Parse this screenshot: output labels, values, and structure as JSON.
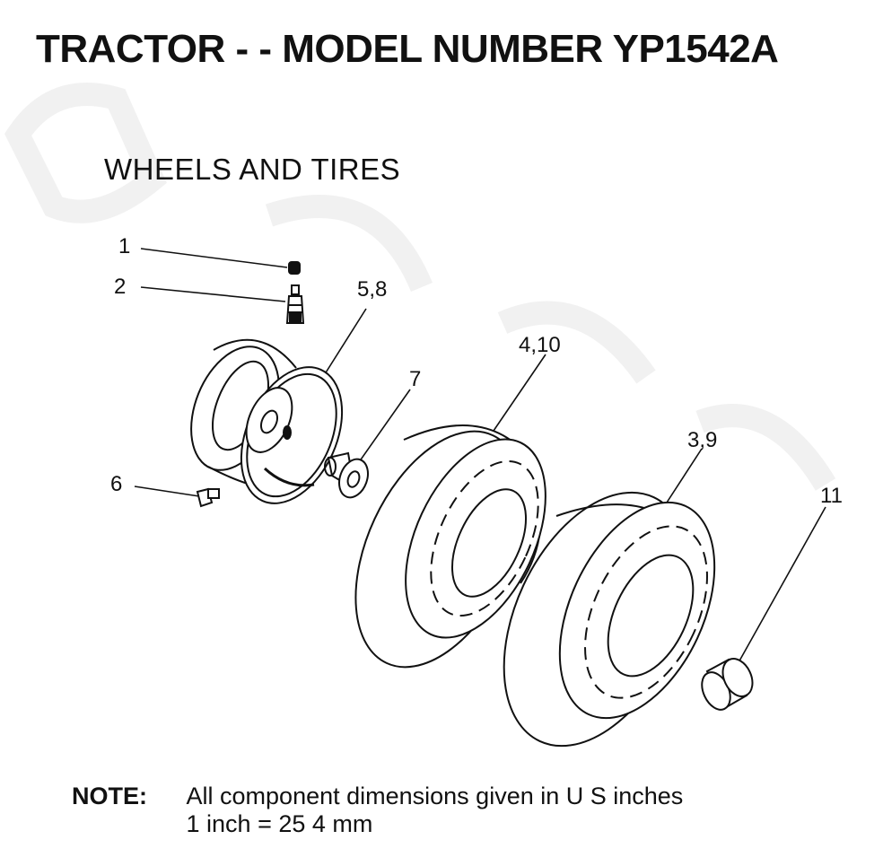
{
  "title": "TRACTOR - - MODEL NUMBER YP1542A",
  "subtitle": "WHEELS AND TIRES",
  "callouts": {
    "c1": "1",
    "c2": "2",
    "c58": "5,8",
    "c7": "7",
    "c410": "4,10",
    "c39": "3,9",
    "c6": "6",
    "c11": "11"
  },
  "note": {
    "label": "NOTE:",
    "line1": "All component dimensions given in U S  inches",
    "line2": "1 inch = 25 4 mm"
  },
  "colors": {
    "ink": "#111111",
    "watermark": "#f1f1f1"
  }
}
